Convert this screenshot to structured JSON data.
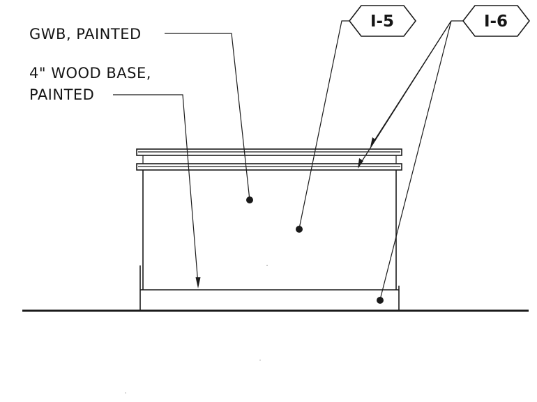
{
  "notes": {
    "gwb": "GWB, PAINTED",
    "base_line1": "4\" WOOD BASE,",
    "base_line2": "PAINTED"
  },
  "tags": {
    "tag_a": "I-5",
    "tag_b": "I-6"
  }
}
